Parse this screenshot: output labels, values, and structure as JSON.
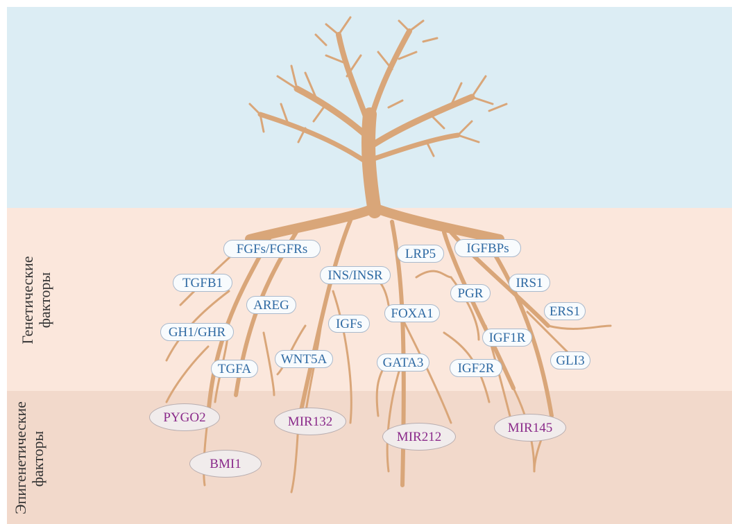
{
  "labels": {
    "genetic": [
      "Генетические",
      "факторы"
    ],
    "epigenetic": [
      "Эпигенетические",
      "факторы"
    ]
  },
  "genetic_factors": [
    "FGFs/FGFRs",
    "LRP5",
    "IGFBPs",
    "TGFB1",
    "INS/INSR",
    "IRS1",
    "PGR",
    "AREG",
    "FOXA1",
    "ERS1",
    "IGFs",
    "GH1/GHR",
    "IGF1R",
    "TGFA",
    "WNT5A",
    "GATA3",
    "IGF2R",
    "GLI3"
  ],
  "epigenetic_factors": [
    "PYGO2",
    "MIR132",
    "MIR212",
    "MIR145",
    "BMI1"
  ],
  "colors": {
    "sky": "#dcedf4",
    "genetic_band": "#fbe7dc",
    "epigenetic_band": "#f2d9cb",
    "tree": "#d9a679",
    "gene_text": "#2f6aa3",
    "epi_text": "#8a2a8a"
  }
}
